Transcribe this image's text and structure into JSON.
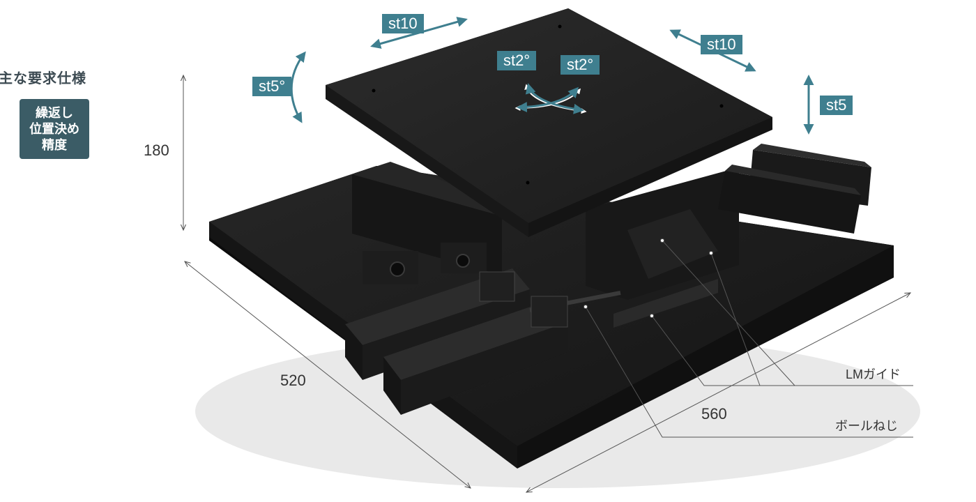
{
  "spec": {
    "heading": "主な要求仕様",
    "badge_lines": [
      "繰返し",
      "位置決め",
      "精度"
    ]
  },
  "strokes": {
    "x_top": "st10",
    "y_right": "st10",
    "tilt_left": "st5°",
    "rot_a": "st2°",
    "rot_b": "st2°",
    "z": "st5"
  },
  "dimensions": {
    "height": "180",
    "depth": "520",
    "width": "560"
  },
  "parts": {
    "lm_guide": "LMガイド",
    "ball_screw": "ボールねじ"
  },
  "colors": {
    "arrow": "#3f7f8f",
    "tag_bg": "#3f7f8f",
    "badge_bg": "#3b5c66",
    "stage_dark": "#1e1e1e",
    "leader": "#555555"
  }
}
